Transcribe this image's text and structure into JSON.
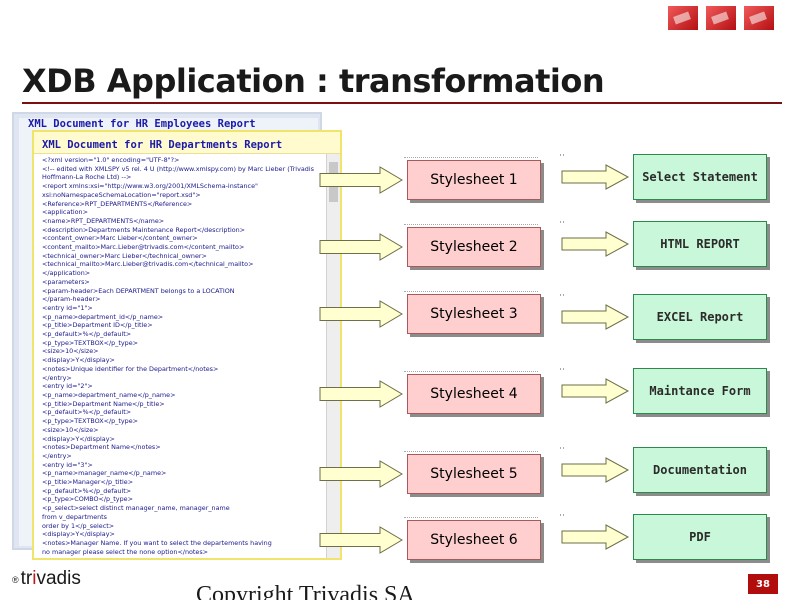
{
  "slide": {
    "title": "XDB Application : transformation",
    "page_number": "38",
    "copyright": "Copyright Trivadis SA",
    "logo": {
      "reg_mark": "®",
      "pre": "tr",
      "accent": "i",
      "post": "vadis"
    },
    "brand_colors": {
      "rule": "#7a1010",
      "logo_red": "#c01818",
      "page_badge": "#b20d0d"
    }
  },
  "xml_docs": {
    "back_title": "XML Document for HR Employees Report",
    "front_title": "XML Document for HR Departments Report",
    "lines": [
      "<?xml version=\"1.0\" encoding=\"UTF-8\"?>",
      "<!-- edited with XMLSPY v5 rel. 4 U (http://www.xmlspy.com) by Marc Lieber (Trivadis",
      "Hoffmann-La Roche Ltd) -->",
      "<report xmlns:xsi=\"http://www.w3.org/2001/XMLSchema-instance\"",
      "xsi:noNamespaceSchemaLocation=\"report.xsd\">",
      "  <Reference>RPT_DEPARTMENTS</Reference>",
      "  <application>",
      "    <name>RPT_DEPARTMENTS</name>",
      "    <description>Departments Maintenance Report</description>",
      "    <content_owner>Marc Lieber</content_owner>",
      "    <content_mailto>Marc.Lieber@trivadis.com</content_mailto>",
      "    <technical_owner>Marc Lieber</technical_owner>",
      "    <technical_mailto>Marc.Lieber@trivadis.com</technical_mailto>",
      "  </application>",
      "  <parameters>",
      "    <param-header>Each DEPARTMENT belongs to a LOCATION",
      "</param-header>",
      "    <entry id=\"1\">",
      "      <p_name>department_id</p_name>",
      "      <p_title>Department ID</p_title>",
      "      <p_default>%</p_default>",
      "      <p_type>TEXTBOX</p_type>",
      "      <size>10</size>",
      "      <display>Y</display>",
      "      <notes>Unique identifier for the Department</notes>",
      "    </entry>",
      "    <entry id=\"2\">",
      "      <p_name>department_name</p_name>",
      "      <p_title>Department Name</p_title>",
      "      <p_default>%</p_default>",
      "      <p_type>TEXTBOX</p_type>",
      "      <size>10</size>",
      "      <display>Y</display>",
      "      <notes>Department Name</notes>",
      "    </entry>",
      "    <entry id=\"3\">",
      "      <p_name>manager_name</p_name>",
      "      <p_title>Manager</p_title>",
      "      <p_default>%</p_default>",
      "      <p_type>COMBO</p_type>",
      "      <p_select>select distinct manager_name, manager_name",
      "from v_departments",
      " order by 1</p_select>",
      "      <display>Y</display>",
      "      <notes>Manager Name. If you want to select the departements having",
      "no manager please select the none option</notes>"
    ]
  },
  "stylesheets": [
    "Stylesheet 1",
    "Stylesheet 2",
    "Stylesheet 3",
    "Stylesheet 4",
    "Stylesheet 5",
    "Stylesheet 6"
  ],
  "outputs": [
    "Select Statement",
    "HTML REPORT",
    "EXCEL Report",
    "Maintance Form",
    "Documentation",
    "PDF"
  ],
  "colors": {
    "stylesheet_fill": "#ffcfcf",
    "output_fill": "#c9f7d9",
    "arrow_fill": "#ffffd0",
    "xml_title": "#1b1ba8"
  }
}
